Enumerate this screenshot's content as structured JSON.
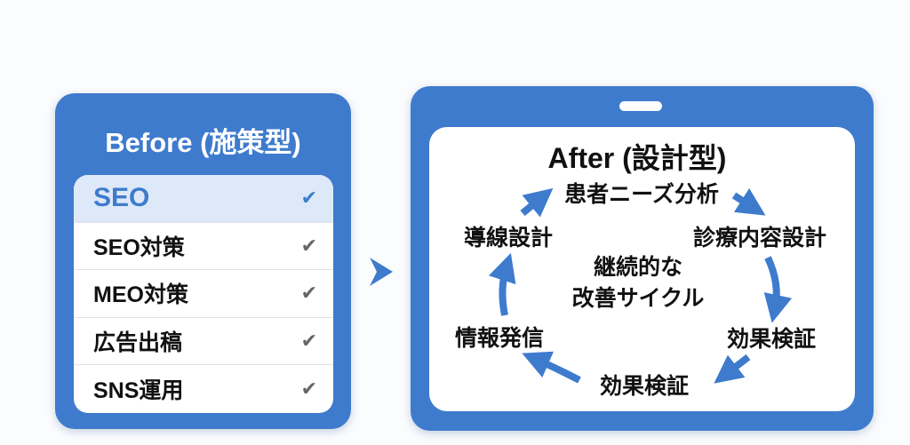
{
  "before": {
    "title": "Before (施策型)",
    "items": [
      {
        "label": "SEO",
        "highlighted": true
      },
      {
        "label": "SEO対策"
      },
      {
        "label": "MEO対策"
      },
      {
        "label": "広告出稿"
      },
      {
        "label": "SNS運用"
      }
    ],
    "check_glyph": "✔"
  },
  "after": {
    "title": "After (設計型)",
    "center": [
      "継続的な",
      "改善サイクル"
    ],
    "nodes": [
      "患者ニーズ分析",
      "診療内容設計",
      "効果検証",
      "効果検証",
      "情報発信",
      "導線設計"
    ]
  },
  "colors": {
    "accent": "#3e7bcd",
    "highlight_bg": "#dde9f8"
  }
}
